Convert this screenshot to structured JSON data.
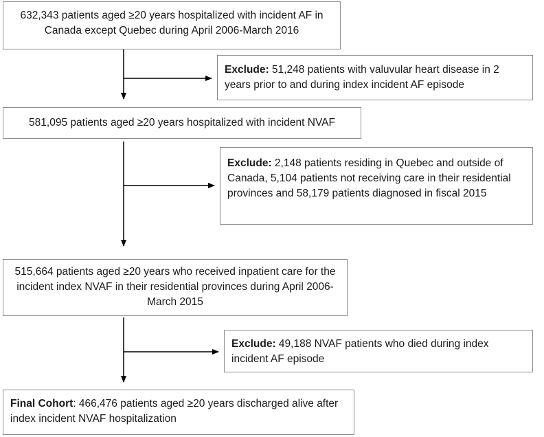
{
  "boxes": {
    "step1": {
      "text": "632,343 patients aged ≥20 years hospitalized with incident AF in Canada except Quebec during April 2006-March 2016"
    },
    "exclude1": {
      "label": "Exclude:",
      "text": " 51,248 patients with valuvular heart disease in 2 years prior to and during index incident AF episode"
    },
    "step2": {
      "text": "581,095 patients aged ≥20 years hospitalized with incident NVAF"
    },
    "exclude2": {
      "label": "Exclude:",
      "text": " 2,148 patients residing in Quebec and outside of Canada, 5,104 patients not receiving care in their residential provinces and 58,179 patients diagnosed in fiscal 2015"
    },
    "step3": {
      "text": "515,664 patients aged ≥20 years who received inpatient care for the incident index NVAF in their residential provinces during April 2006-March 2015"
    },
    "exclude3": {
      "label": "Exclude:",
      "text": " 49,188 NVAF patients who died during index incident AF  episode"
    },
    "final": {
      "label": "Final Cohort",
      "text": ": 466,476 patients aged ≥20 years discharged alive after index incident NVAF hospitalization"
    }
  },
  "colors": {
    "line": "#000000",
    "border": "#8c8c8c"
  }
}
